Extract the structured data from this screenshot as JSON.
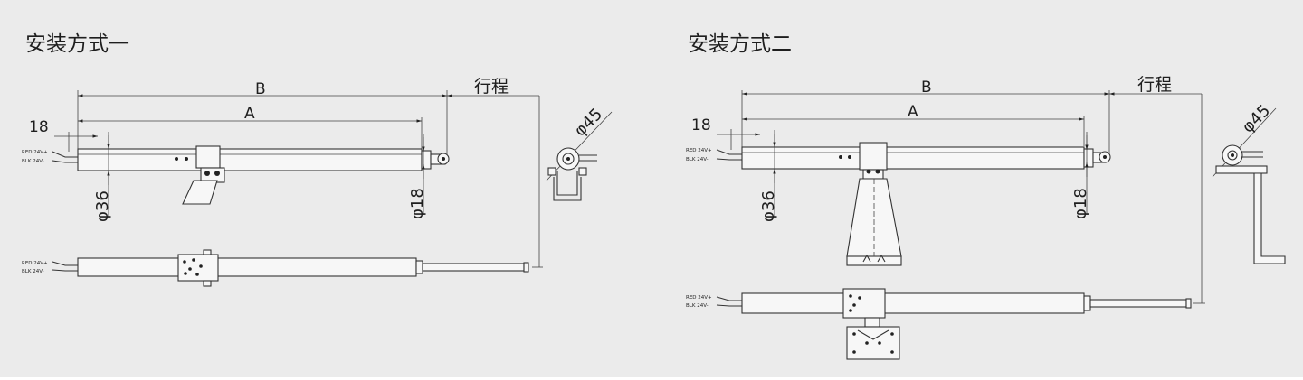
{
  "methods": [
    {
      "title": "安装方式一",
      "labels": {
        "overall_length": "B",
        "body_length": "A",
        "stroke": "行程",
        "end_offset": "18",
        "body_diameter": "φ36",
        "rod_diameter": "φ18",
        "side_diameter": "φ45",
        "wire_label_1": "RED 24V+",
        "wire_label_2": "BLK 24V-"
      }
    },
    {
      "title": "安装方式二",
      "labels": {
        "overall_length": "B",
        "body_length": "A",
        "stroke": "行程",
        "end_offset": "18",
        "body_diameter": "φ36",
        "rod_diameter": "φ18",
        "side_diameter": "φ45",
        "wire_label_1": "RED 24V+",
        "wire_label_2": "BLK 24V-"
      }
    }
  ],
  "colors": {
    "background": "#ebebeb",
    "line": "#333333",
    "bottom_band": "#ffffff"
  }
}
